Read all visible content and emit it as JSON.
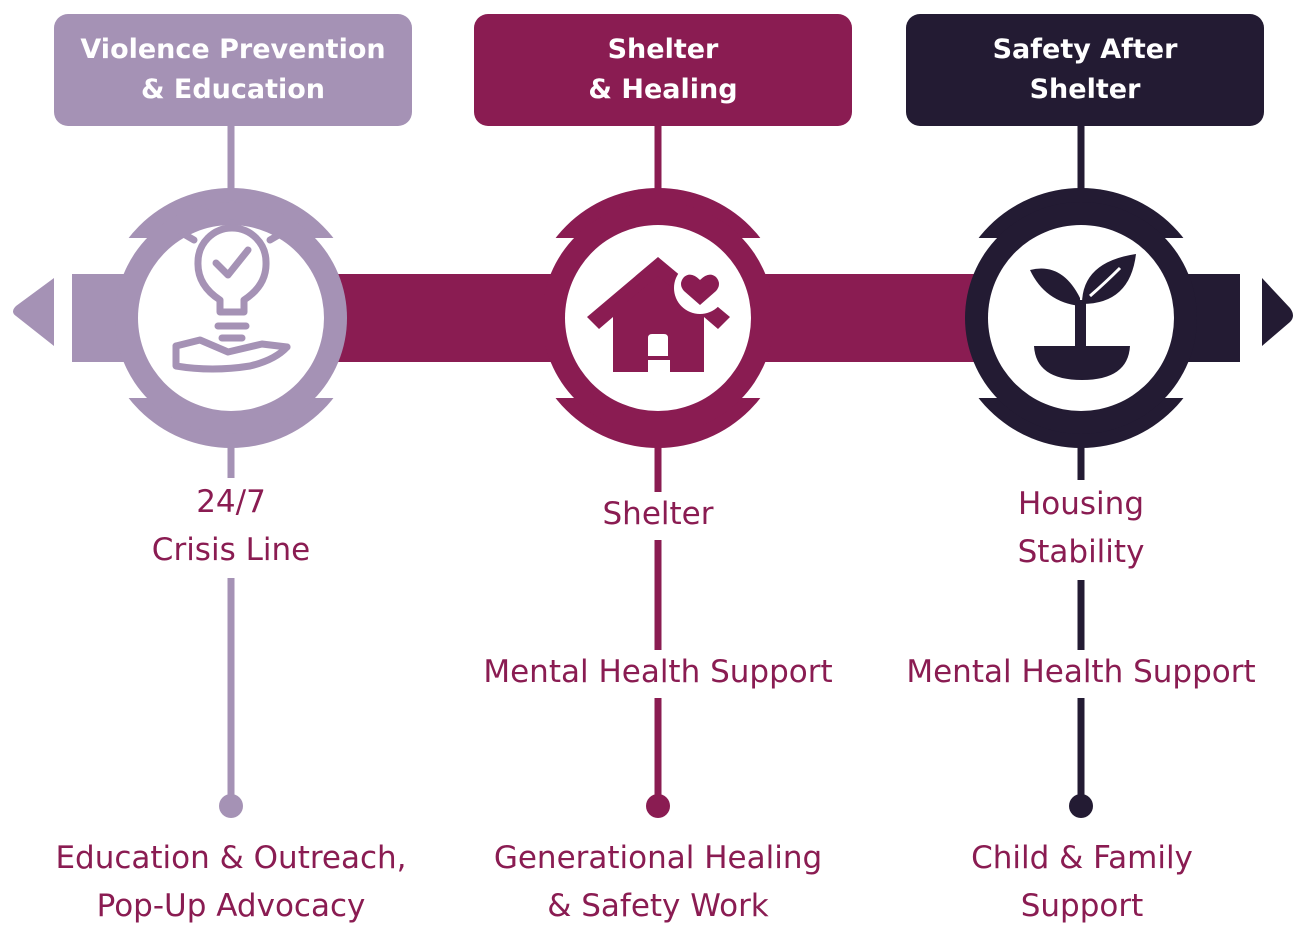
{
  "colors": {
    "lavender": "#A592B5",
    "magenta": "#8A1C52",
    "navy": "#231B33",
    "text": "#8A1C52",
    "white": "#FFFFFF"
  },
  "nav": {
    "prev_icon": "triangle-left-icon",
    "next_icon": "triangle-right-icon"
  },
  "stages": [
    {
      "title": "Violence Prevention\n& Education",
      "icon": "lightbulb-hand-icon",
      "items": [
        "24/7\nCrisis Line"
      ],
      "endpoint": "Education & Outreach,\nPop-Up Advocacy"
    },
    {
      "title": "Shelter\n& Healing",
      "icon": "house-heart-icon",
      "items": [
        "Shelter",
        "Mental Health Support"
      ],
      "endpoint": "Generational Healing\n& Safety Work"
    },
    {
      "title": "Safety After\nShelter",
      "icon": "sprout-icon",
      "items": [
        "Housing\nStability",
        "Mental Health Support"
      ],
      "endpoint": "Child & Family\nSupport"
    }
  ]
}
